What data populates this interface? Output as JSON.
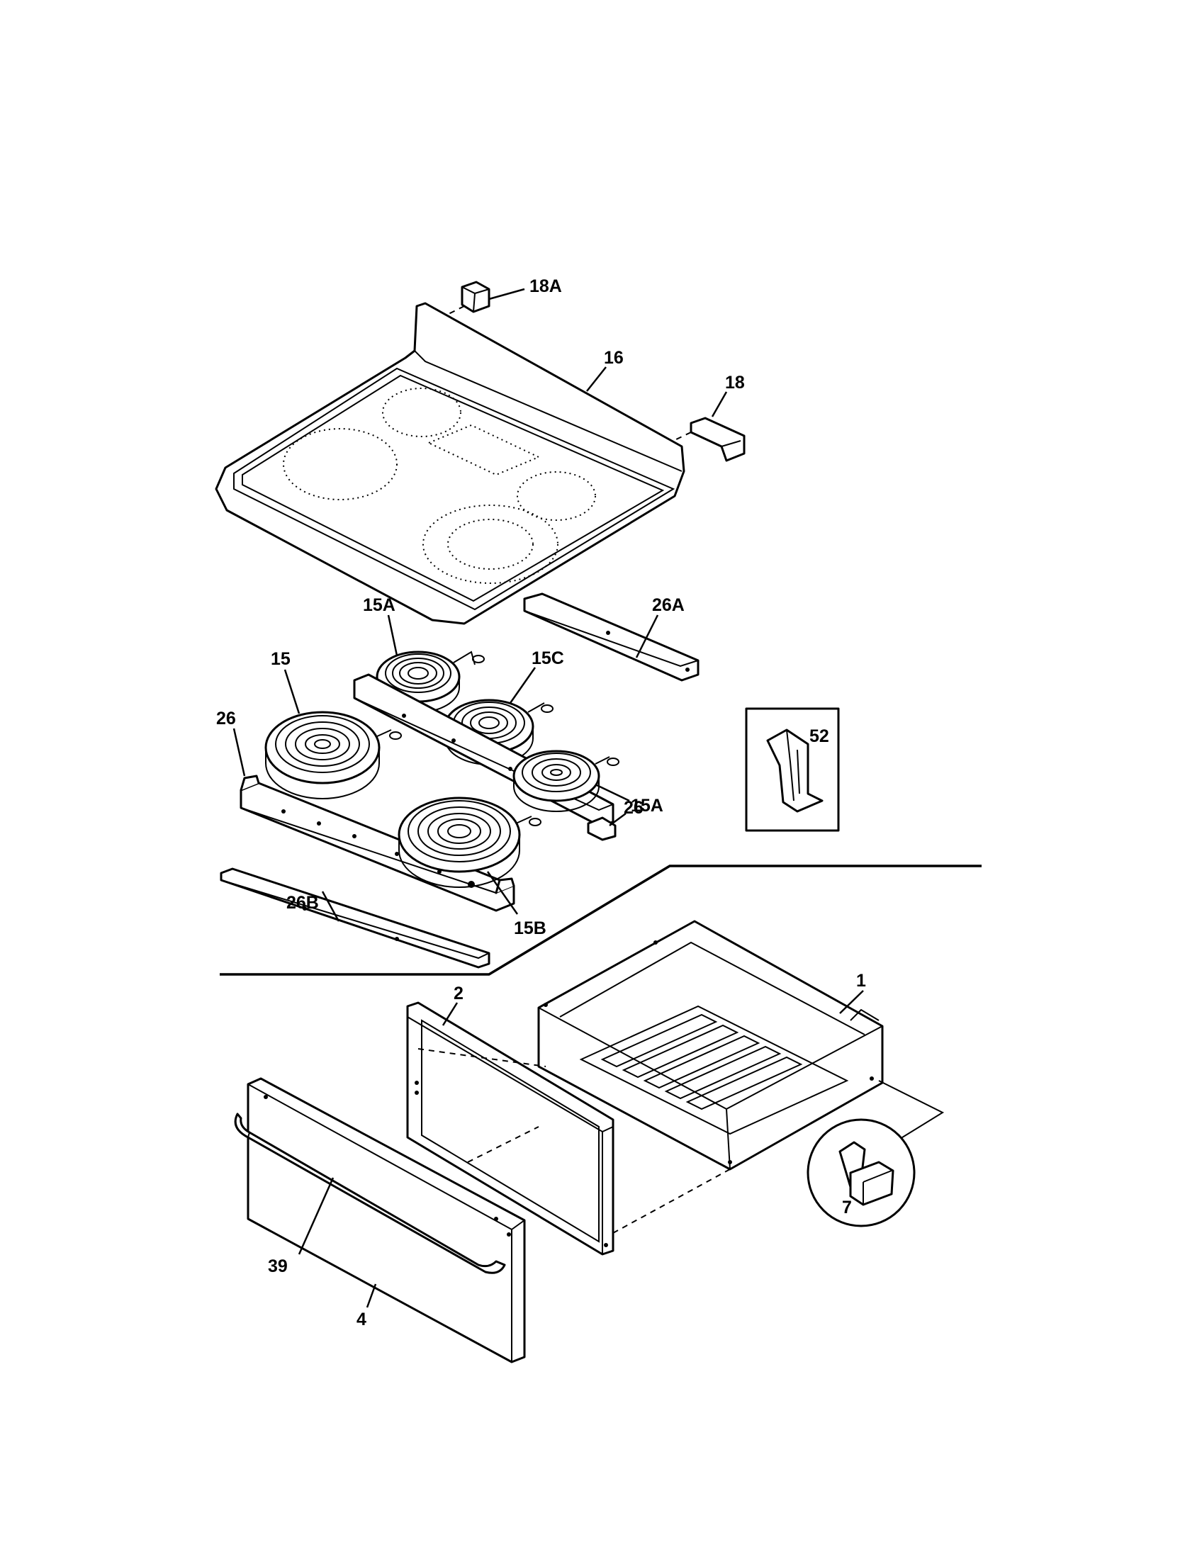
{
  "labels": {
    "p18a": "18A",
    "p16": "16",
    "p18": "18",
    "p26a": "26A",
    "p15a_top": "15A",
    "p15c": "15C",
    "p15": "15",
    "p26_left": "26",
    "p52": "52",
    "p15a_right": "15A",
    "p26_right": "26",
    "p15b": "15B",
    "p26b": "26B",
    "p2": "2",
    "p1": "1",
    "p7": "7",
    "p39": "39",
    "p4": "4"
  },
  "colors": {
    "line": "#000000",
    "background": "#ffffff"
  }
}
